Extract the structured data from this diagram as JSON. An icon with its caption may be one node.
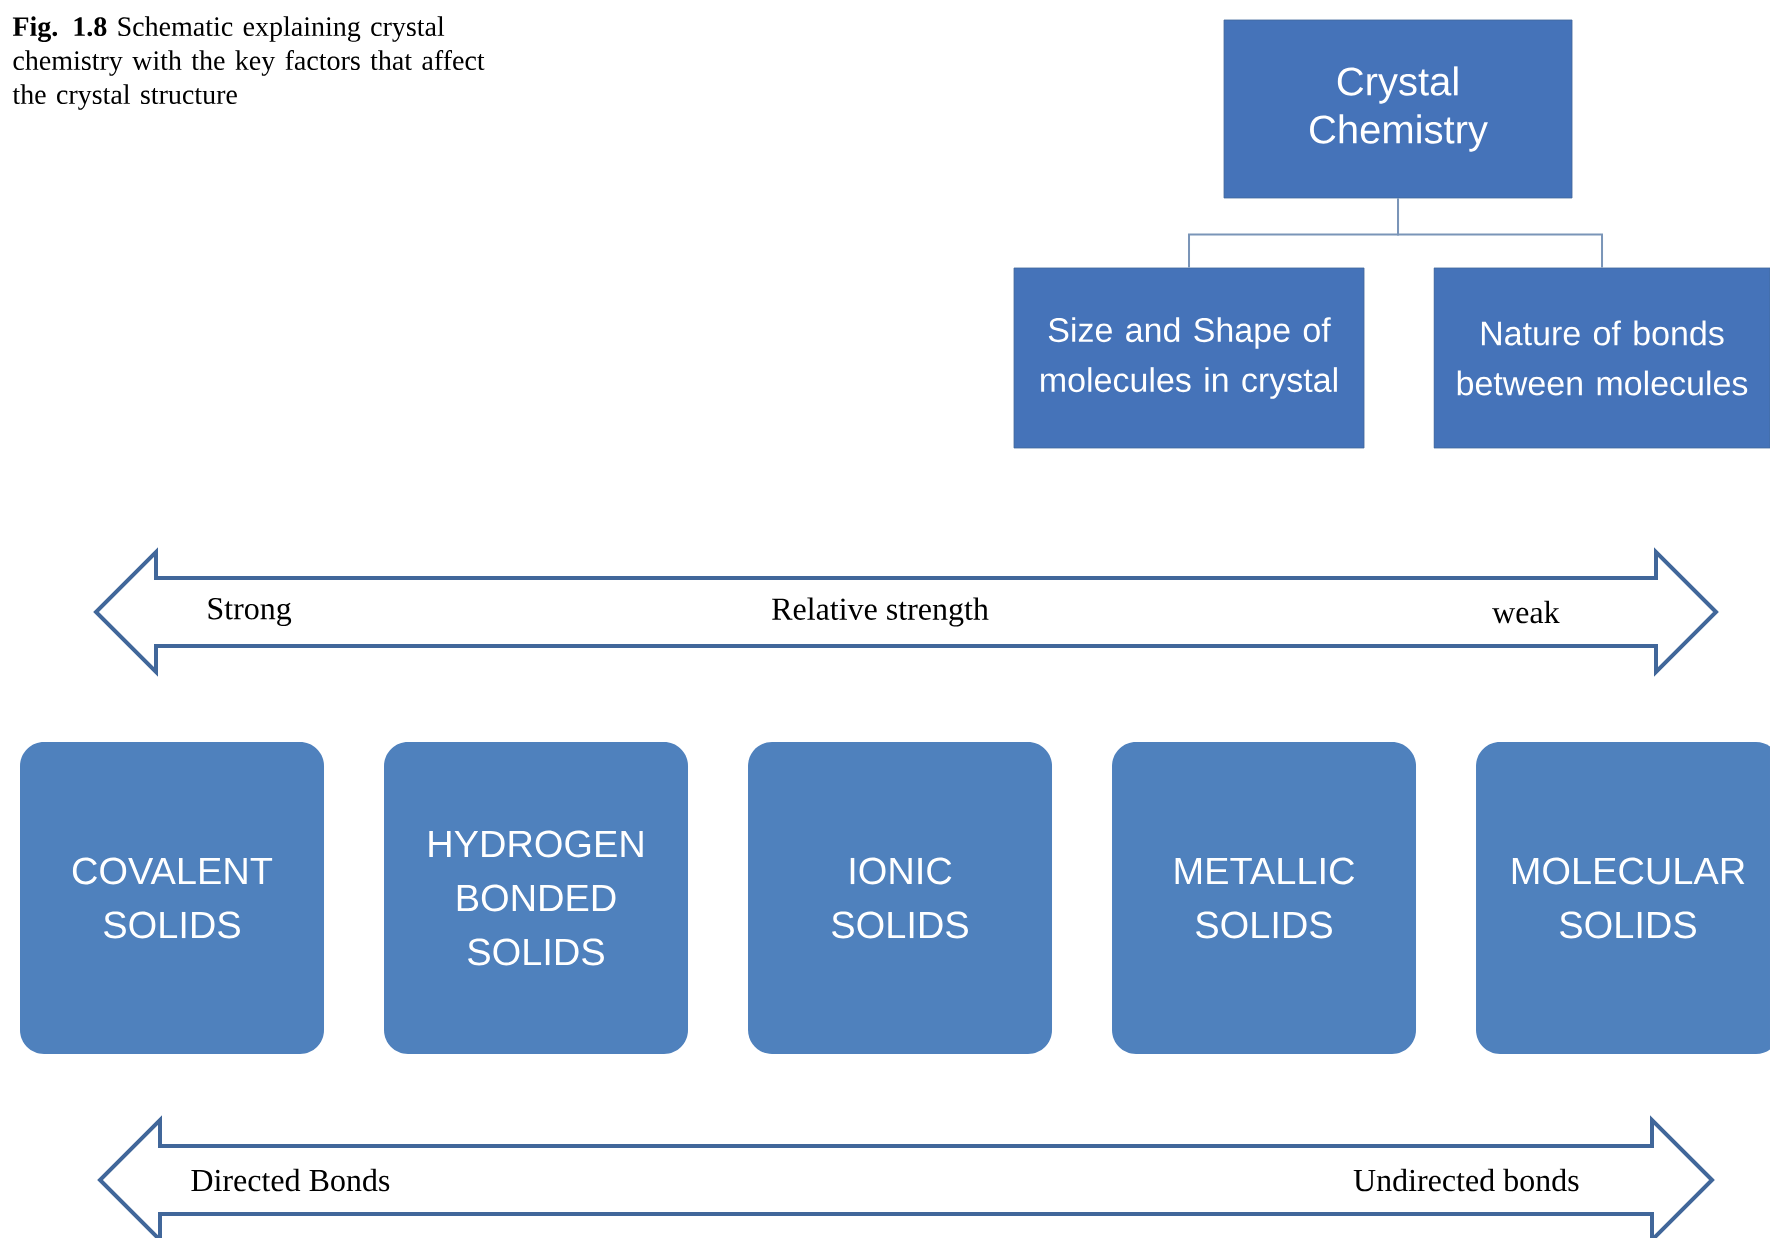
{
  "diagram": {
    "caption": "**Fig. 1.8** Schematic explaining crystal chemistry with the key factors that affect the crystal structure",
    "nodes": [
      {
        "text": [
          "Crystal Chemistry"
        ]
      },
      {
        "text": [
          "Size and Shape of molecules in crystal"
        ]
      },
      {
        "text": [
          "Nature of bonds between molecules"
        ]
      },
      {
        "text": [
          "Strong",
          "Relative strength",
          "weak"
        ]
      },
      {
        "text": [
          "COVALENT SOLIDS"
        ]
      },
      {
        "text": [
          "HYDROGEN BONDED SOLIDS"
        ]
      },
      {
        "text": [
          "IONIC SOLIDS"
        ]
      },
      {
        "text": [
          "METALLIC SOLIDS"
        ]
      },
      {
        "text": [
          "MOLECULAR SOLIDS"
        ]
      },
      {
        "text": [
          "Directed Bonds",
          "Undirected bonds"
        ]
      }
    ],
    "edges": [
      {
        "from": 0,
        "to": 1,
        "arrow": "none"
      },
      {
        "from": 0,
        "to": 2,
        "arrow": "none"
      }
    ]
  }
}
